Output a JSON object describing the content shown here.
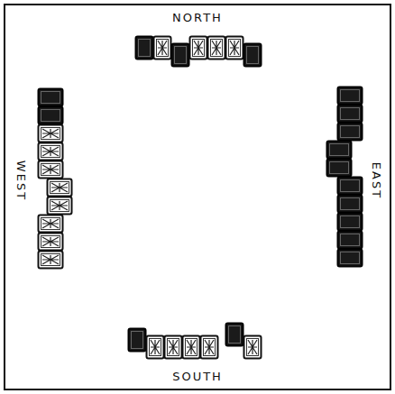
{
  "diagram": {
    "labels": [
      "NORTH",
      "WEST",
      "EAST",
      "SOUTH"
    ]
  }
}
